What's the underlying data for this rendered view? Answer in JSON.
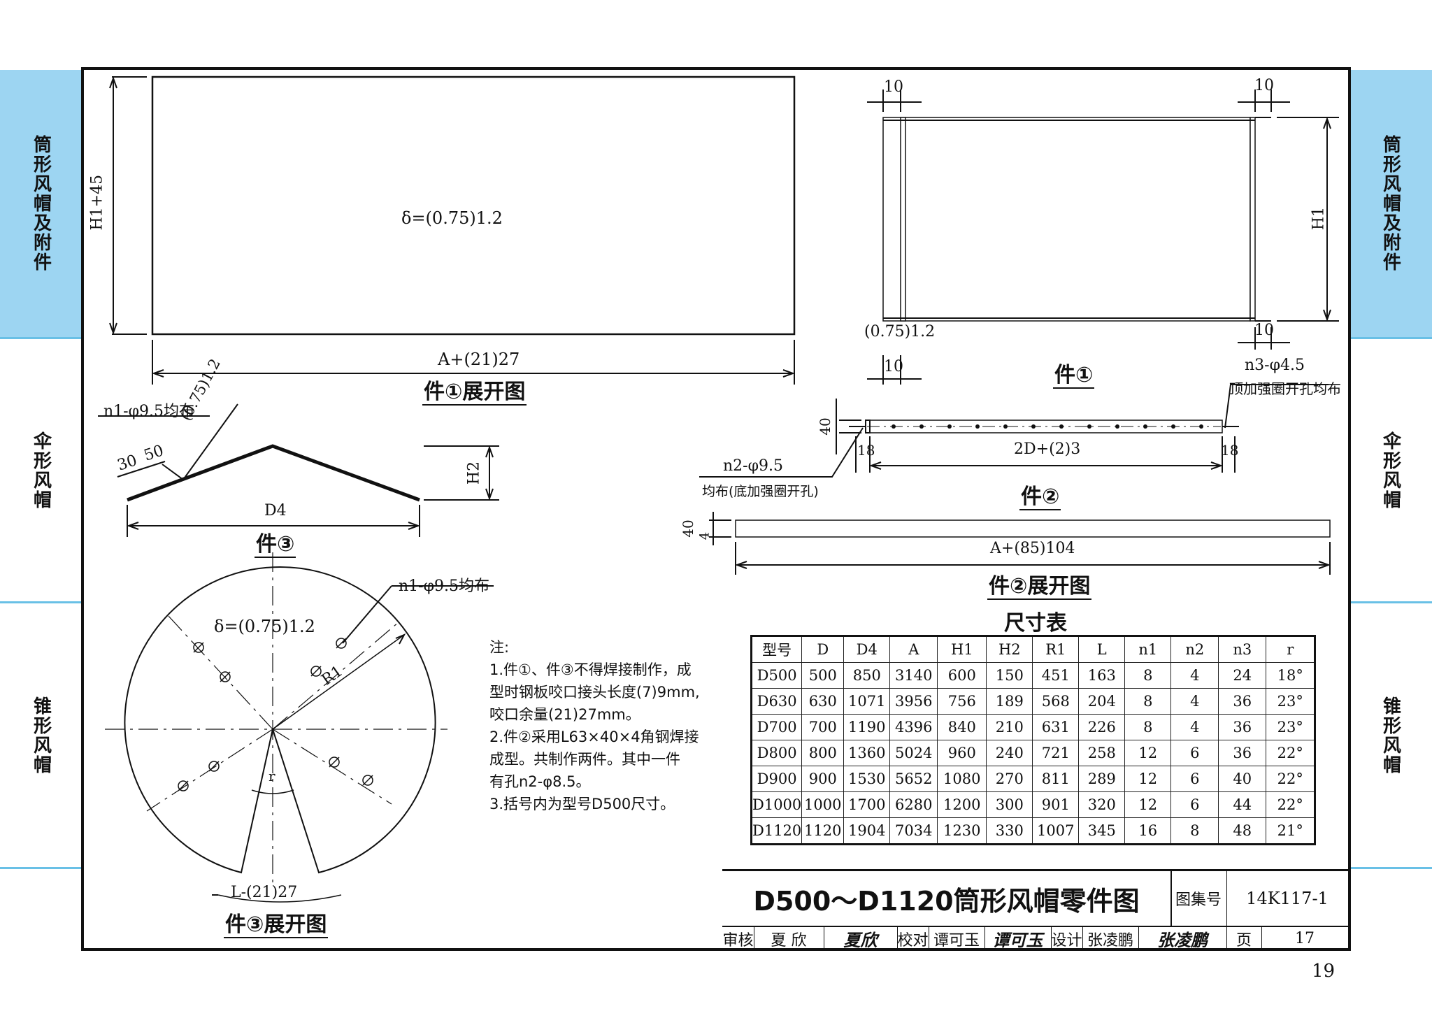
{
  "side_tabs": {
    "left": [
      "筒形风帽及附件",
      "伞形风帽",
      "锥形风帽"
    ],
    "right": [
      "筒形风帽及附件",
      "伞形风帽",
      "锥形风帽"
    ]
  },
  "part1_unfold": {
    "thickness": "δ=(0.75)1.2",
    "height_dim": "H1+45",
    "width_dim": "A+(21)27",
    "caption": "件①展开图"
  },
  "part1": {
    "dim_10_top_left": "10",
    "dim_10_top_right": "10",
    "dim_10_bottom_right": "10",
    "dim_10_bottom_left": "10",
    "thickness": "(0.75)1.2",
    "height_dim": "H1",
    "holes_note": "n3-φ4.5",
    "holes_desc": "顶加强圈开孔均布",
    "caption": "件①"
  },
  "part2": {
    "dim_40": "40",
    "dim_18_left": "18",
    "dim_18_right": "18",
    "length_dim": "2D+(2)3",
    "holes_note": "n2-φ9.5",
    "holes_desc": "均布(底加强圈开孔)",
    "caption": "件②"
  },
  "part2_unfold": {
    "dim_40": "40",
    "dim_4": "4",
    "length_dim": "A+(85)104",
    "caption": "件②展开图"
  },
  "part3": {
    "holes_note": "n1-φ9.5均布",
    "dim_30": "30",
    "dim_50": "50",
    "thickness": "(0.75)1.2",
    "height_dim": "H2",
    "width_dim": "D4",
    "caption": "件③"
  },
  "part3_unfold": {
    "holes_note": "n1-φ9.5均布",
    "thickness": "δ=(0.75)1.2",
    "radius": "R1",
    "angle": "r",
    "arc_dim": "L-(21)27",
    "caption": "件③展开图"
  },
  "notes": {
    "title": "注:",
    "lines": [
      "1.件①、件③不得焊接制作，成",
      "  型时钢板咬口接头长度(7)9mm,",
      "  咬口余量(21)27mm。",
      "2.件②采用L63×40×4角钢焊接",
      "  成型。共制作两件。其中一件",
      "  有孔n2-φ8.5。",
      "3.括号内为型号D500尺寸。"
    ]
  },
  "table": {
    "title": "尺寸表",
    "headers": [
      "型号",
      "D",
      "D4",
      "A",
      "H1",
      "H2",
      "R1",
      "L",
      "n1",
      "n2",
      "n3",
      "r"
    ],
    "rows": [
      [
        "D500",
        "500",
        "850",
        "3140",
        "600",
        "150",
        "451",
        "163",
        "8",
        "4",
        "24",
        "18°"
      ],
      [
        "D630",
        "630",
        "1071",
        "3956",
        "756",
        "189",
        "568",
        "204",
        "8",
        "4",
        "36",
        "23°"
      ],
      [
        "D700",
        "700",
        "1190",
        "4396",
        "840",
        "210",
        "631",
        "226",
        "8",
        "4",
        "36",
        "23°"
      ],
      [
        "D800",
        "800",
        "1360",
        "5024",
        "960",
        "240",
        "721",
        "258",
        "12",
        "6",
        "36",
        "22°"
      ],
      [
        "D900",
        "900",
        "1530",
        "5652",
        "1080",
        "270",
        "811",
        "289",
        "12",
        "6",
        "40",
        "22°"
      ],
      [
        "D1000",
        "1000",
        "1700",
        "6280",
        "1200",
        "300",
        "901",
        "320",
        "12",
        "6",
        "44",
        "22°"
      ],
      [
        "D1120",
        "1120",
        "1904",
        "7034",
        "1230",
        "330",
        "1007",
        "345",
        "16",
        "8",
        "48",
        "21°"
      ]
    ]
  },
  "title_block": {
    "title": "D500～D1120筒形风帽零件图",
    "atlas_label": "图集号",
    "atlas_no": "14K117-1",
    "review_label": "审核",
    "reviewer": "夏 欣",
    "reviewer_sig": "夏欣",
    "check_label": "校对",
    "checker": "谭可玉",
    "checker_sig": "谭可玉",
    "design_label": "设计",
    "designer": "张凌鹏",
    "designer_sig": "张凌鹏",
    "page_label": "页",
    "page_no": "17"
  },
  "sheet_page": "19"
}
